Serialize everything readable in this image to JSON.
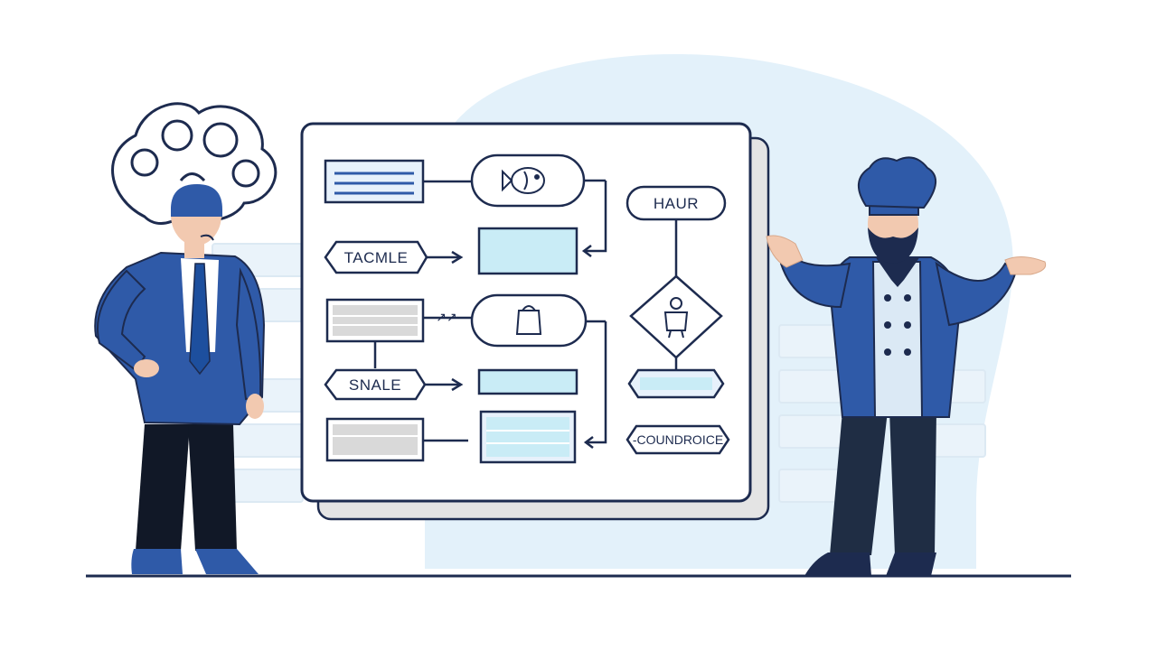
{
  "colors": {
    "ink": "#1d2b4f",
    "navy_suit": "#2f5aa8",
    "blob": "#e3f1fa",
    "panel_shadow": "#e4e4e4",
    "box_teal": "#c9ecf6",
    "box_grey": "#d9d9d9",
    "box_blue": "#e7f1fb"
  },
  "diagram": {
    "labels": {
      "tackle": "TACMLE",
      "snale": "SNALE",
      "haur": "HAUR",
      "coundrice": "-COUNDROICE"
    },
    "squiggle": "↗↗"
  },
  "figures": {
    "left": "businessman-thinking",
    "right": "chef-shrugging"
  },
  "icons": [
    "thought-swirl-icon",
    "fish-icon",
    "chef-figure-icon",
    "bag-icon"
  ]
}
